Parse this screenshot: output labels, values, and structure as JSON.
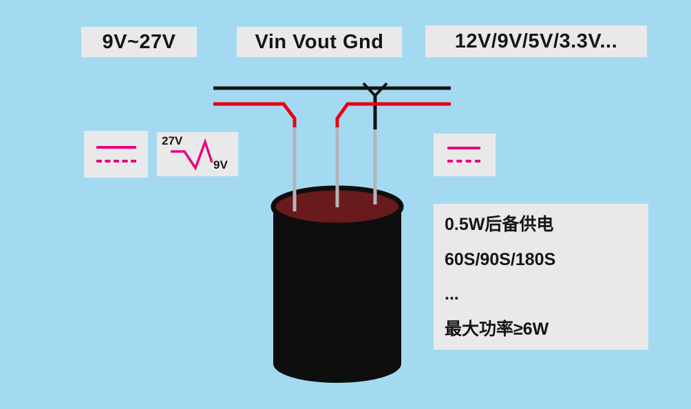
{
  "labels": {
    "input_range": "9V~27V",
    "pins": "Vin Vout Gnd",
    "outputs": "12V/9V/5V/3.3V..."
  },
  "waveform": {
    "high": "27V",
    "low": "9V"
  },
  "spec": {
    "lines": [
      "0.5W后备供电",
      "60S/90S/180S",
      "...",
      "最大功率≥6W"
    ]
  },
  "colors": {
    "background": "#a4daf1",
    "panel_gray": "#e9e9e9",
    "magenta": "#e8007d",
    "wire_red": "#e60012",
    "wire_black": "#121212",
    "lead_gray": "#b5b5b5",
    "capacitor_body": "#0e0e0e",
    "capacitor_top": "#681a1c"
  }
}
